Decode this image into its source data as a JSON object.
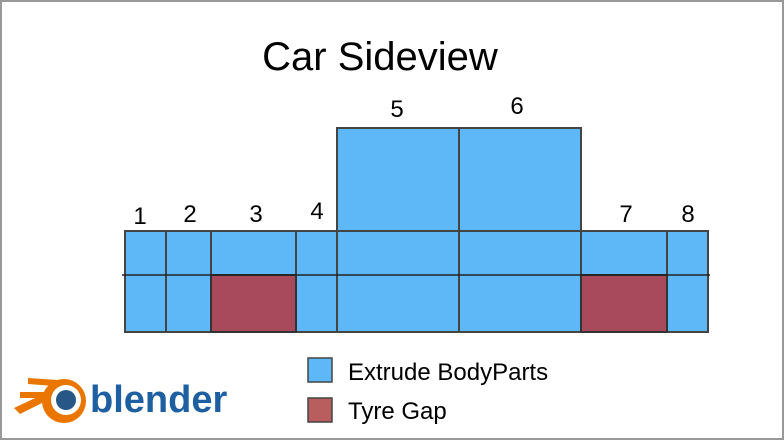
{
  "title": "Car Sideview",
  "segments": [
    "1",
    "2",
    "3",
    "4",
    "5",
    "6",
    "7",
    "8"
  ],
  "legend": [
    {
      "label": "Extrude BodyParts",
      "color": "#5eb8f8"
    },
    {
      "label": "Tyre Gap",
      "color": "#a84a5c"
    }
  ],
  "logo": {
    "text": "blender"
  },
  "colors": {
    "body": "#5eb8f8",
    "tyre": "#a84a5c",
    "outline": "#444444",
    "legend_tyre": "#b85e5e",
    "frame": "#999999"
  }
}
